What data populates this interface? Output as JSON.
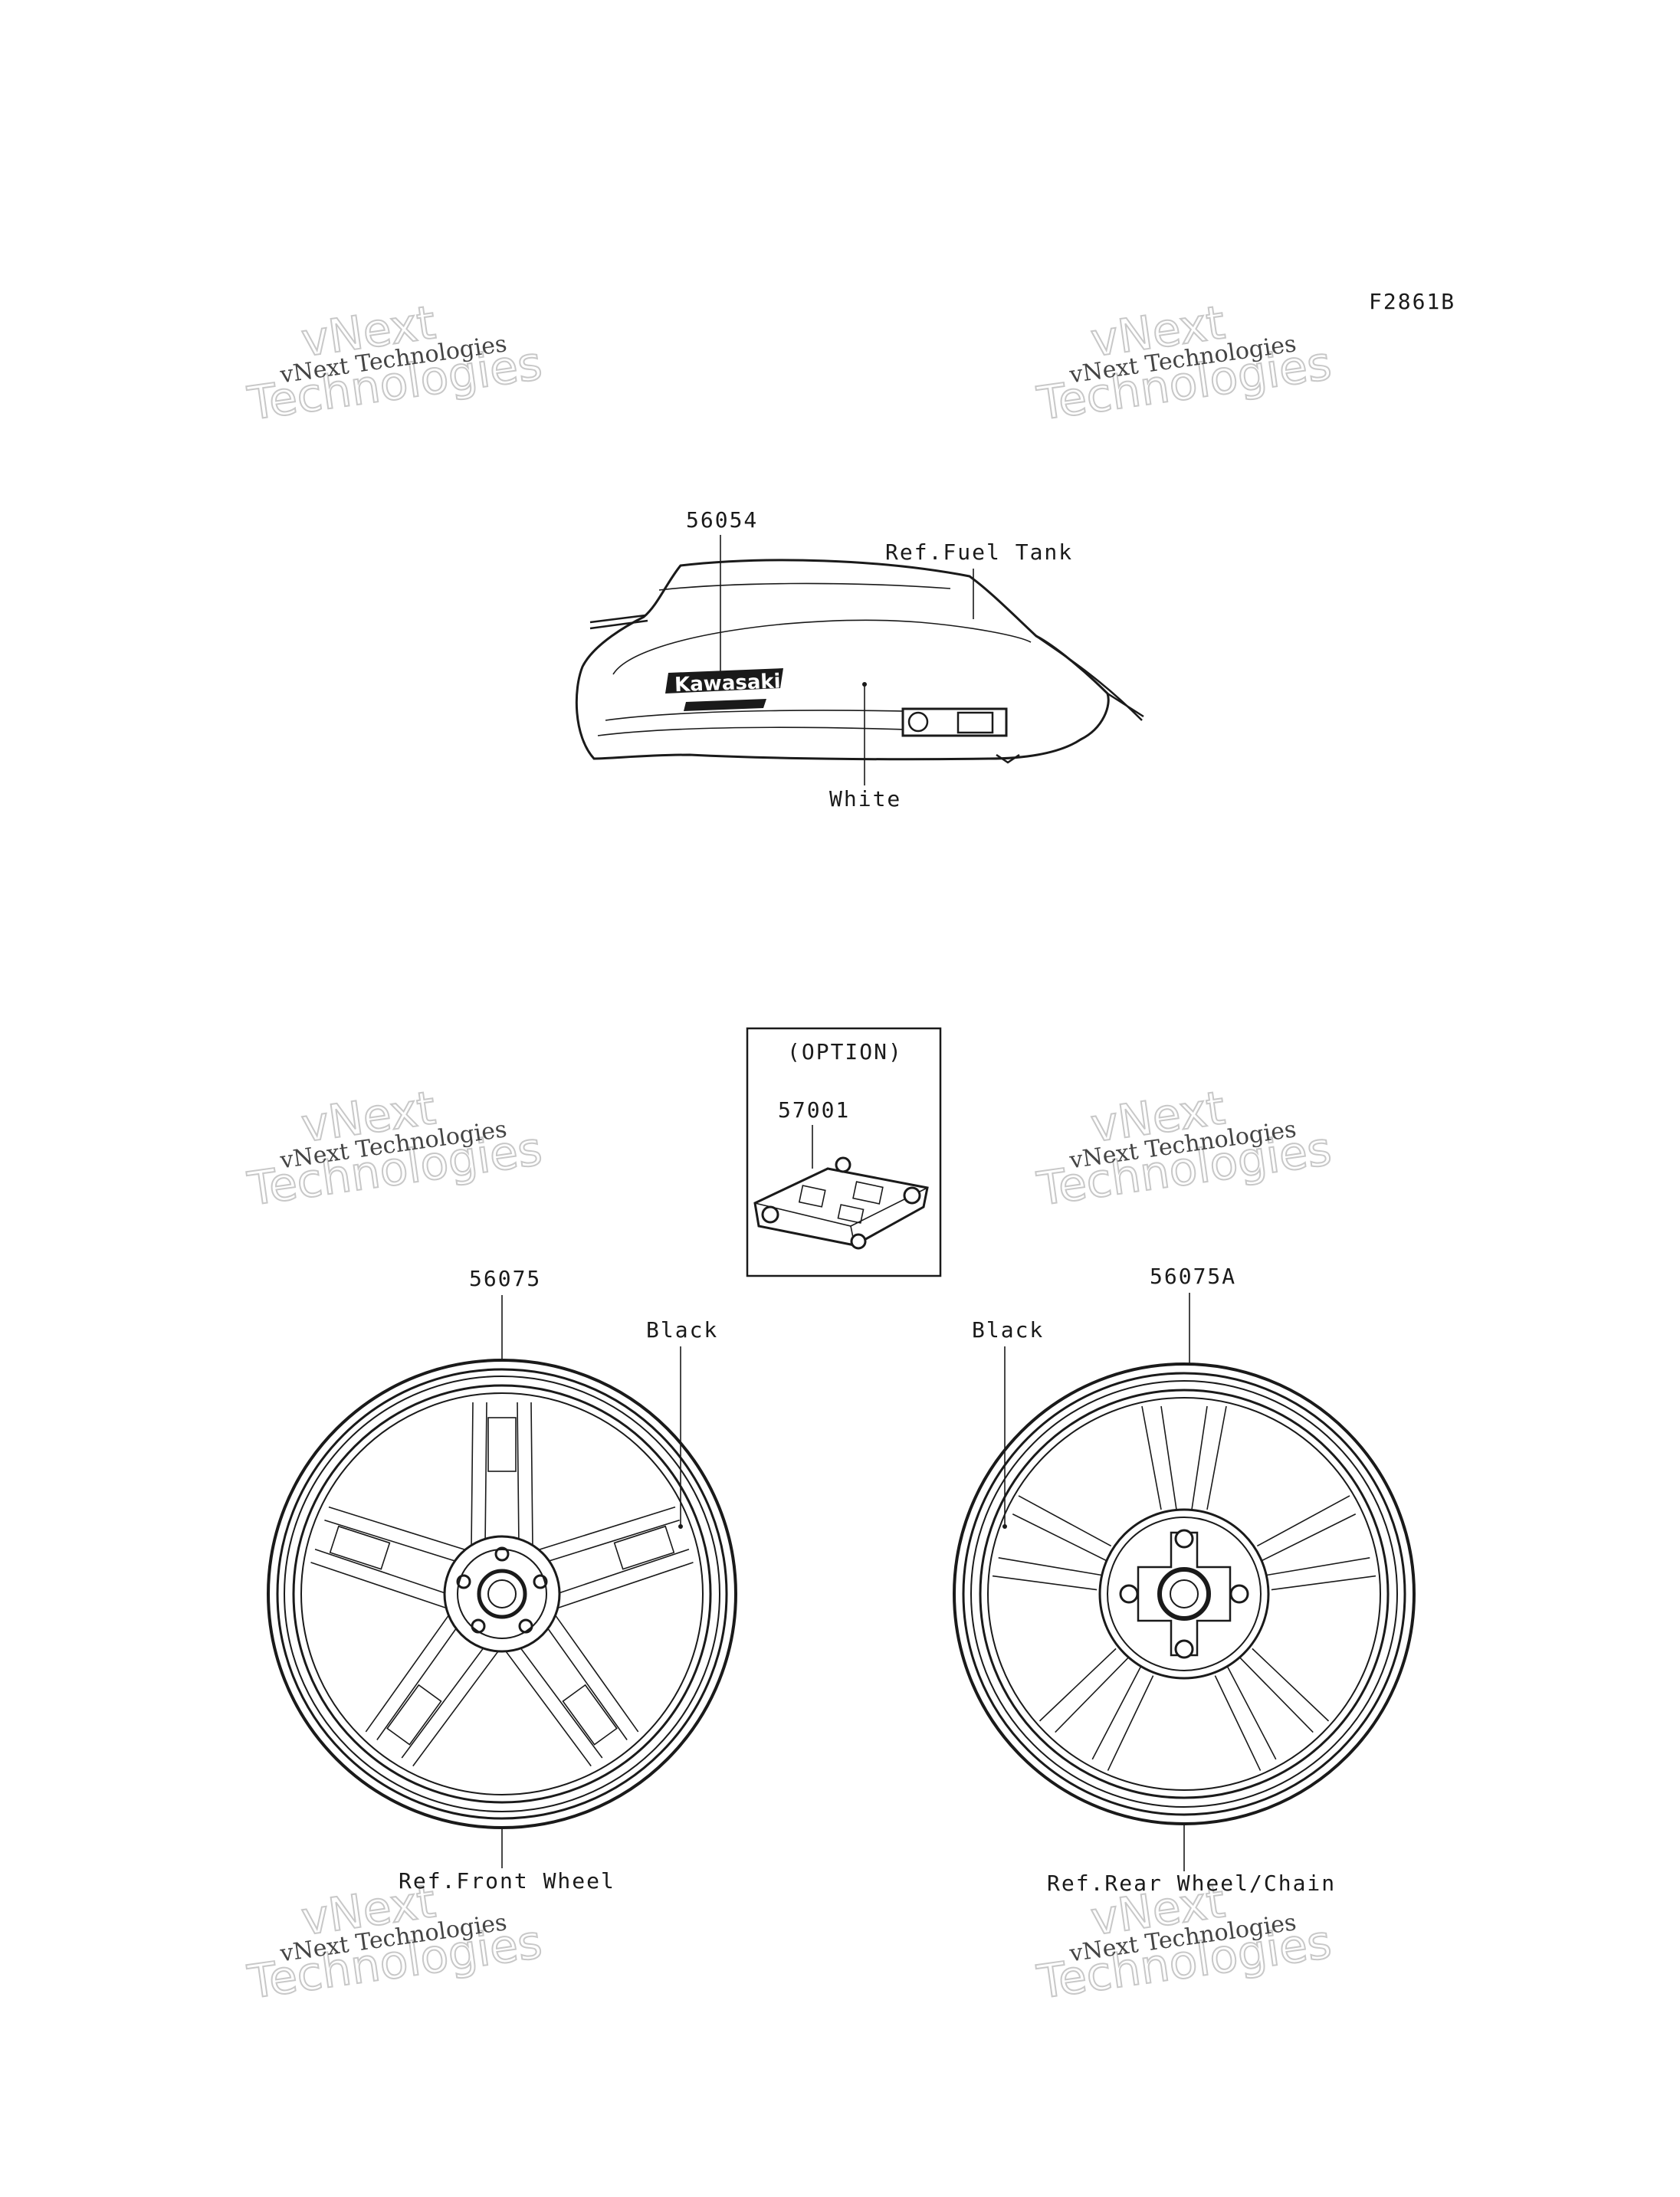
{
  "diagram_code": "F2861B",
  "watermark": {
    "line1": "vNext",
    "line2": "Technologies",
    "caption": "vNext Technologies"
  },
  "tank": {
    "part_no": "56054",
    "ref_label": "Ref.Fuel Tank",
    "color_label": "White",
    "logo_text": "Kawasaki"
  },
  "option_box": {
    "title": "(OPTION)",
    "part_no": "57001"
  },
  "front_wheel": {
    "part_no": "56075",
    "color_label": "Black",
    "ref_label": "Ref.Front Wheel"
  },
  "rear_wheel": {
    "part_no": "56075A",
    "color_label": "Black",
    "ref_label": "Ref.Rear Wheel/Chain"
  }
}
